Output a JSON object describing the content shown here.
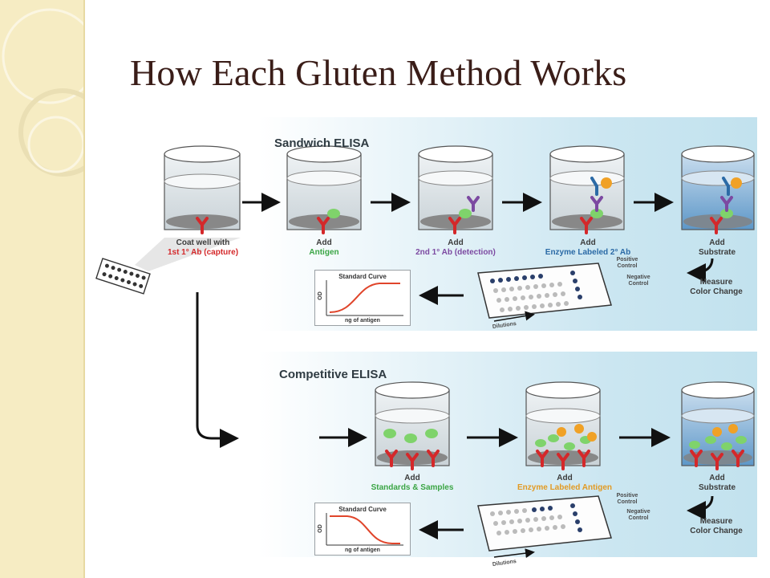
{
  "slide": {
    "title": "How Each Gluten Method Works"
  },
  "sandwich": {
    "title": "Sandwich ELISA",
    "steps": [
      {
        "line1": "Coat well with",
        "line2": "1st 1° Ab (capture)"
      },
      {
        "line1": "Add",
        "line2": "Antigen"
      },
      {
        "line1": "Add",
        "line2": "2nd 1° Ab (detection)"
      },
      {
        "line1": "Add",
        "line2": "Enzyme Labeled 2° Ab"
      },
      {
        "line1": "Add",
        "line2": "Substrate"
      }
    ],
    "measure": "Measure\nColor Change",
    "plate": {
      "positive": "Positive\nControl",
      "negative": "Negative\nControl",
      "dilutions": "Dilutions"
    },
    "curve": {
      "title": "Standard Curve",
      "xlabel": "ng of antigen",
      "ylabel": "OD"
    }
  },
  "competitive": {
    "title": "Competitive ELISA",
    "steps": [
      {
        "line1": "Add",
        "line2": "Standards & Samples"
      },
      {
        "line1": "Add",
        "line2": "Enzyme Labeled Antigen"
      },
      {
        "line1": "Add",
        "line2": "Substrate"
      }
    ],
    "measure": "Measure\nColor Change",
    "plate": {
      "positive": "Positive\nControl",
      "negative": "Negative\nControl",
      "dilutions": "Dilutions"
    },
    "curve": {
      "title": "Standard Curve",
      "xlabel": "ng of antigen",
      "ylabel": "OD"
    }
  },
  "colors": {
    "title": "#3a1d18",
    "antibody_red": "#d4282a",
    "antigen_green": "#7fd36b",
    "detection_purple": "#7c49a1",
    "enzyme_orange": "#f0a126",
    "substrate_blue": "#5d97c8",
    "sidebar": "#f6ecc3"
  }
}
